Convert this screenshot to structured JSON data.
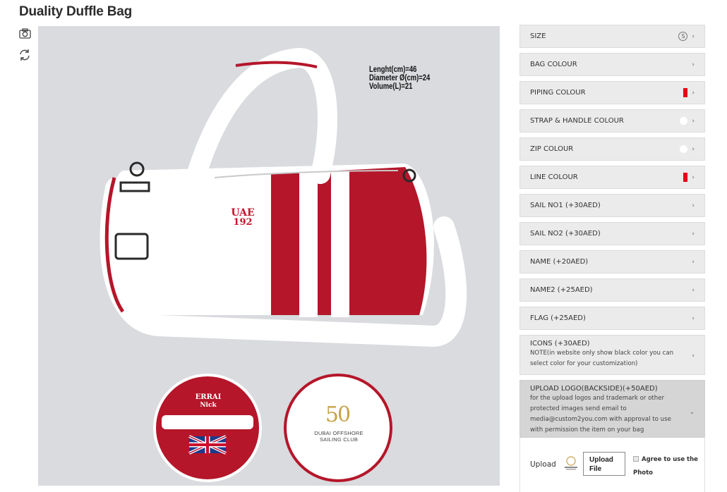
{
  "title": "Duality Duffle Bag",
  "tools": {
    "camera_icon": "camera-icon",
    "rotate_icon": "rotate-icon"
  },
  "preview": {
    "dimensions": [
      "Lenght(cm)=46",
      "Diameter Ø(cm)=24",
      "Volume(L)=21"
    ],
    "bag_text_line1": "UAE",
    "bag_text_line2": "192",
    "name_patch": {
      "line1": "ERRAI",
      "line2": "Nick",
      "flag": "uk-flag"
    },
    "logo_patch": {
      "mark": "50",
      "line1": "DUBAI OFFSHORE",
      "line2": "SAILING CLUB"
    },
    "colors": {
      "bag": "#ffffff",
      "accent": "#b5162a",
      "background": "#d9dbde"
    }
  },
  "options": [
    {
      "label": "SIZE",
      "indicator": "size-icon",
      "indicator_text": "S"
    },
    {
      "label": "BAG COLOUR",
      "indicator": "none"
    },
    {
      "label": "PIPING COLOUR",
      "indicator": "red-swatch",
      "color": "#e3061a"
    },
    {
      "label": "STRAP & HANDLE COLOUR",
      "indicator": "white-swatch",
      "color": "#ffffff"
    },
    {
      "label": "ZIP COLOUR",
      "indicator": "white-swatch",
      "color": "#ffffff"
    },
    {
      "label": "LINE COLOUR",
      "indicator": "red-swatch",
      "color": "#e3061a"
    },
    {
      "label": "SAIL NO1 (+30AED)",
      "indicator": "none"
    },
    {
      "label": "SAIL NO2 (+30AED)",
      "indicator": "none"
    },
    {
      "label": "NAME (+20AED)",
      "indicator": "none"
    },
    {
      "label": "NAME2 (+25AED)",
      "indicator": "none"
    },
    {
      "label": "FLAG (+25AED)",
      "indicator": "none"
    }
  ],
  "icons_option": {
    "label": "ICONS (+30AED)",
    "note": "NOTE(in website only show black color you can select color for your customization)"
  },
  "upload_logo": {
    "label": "UPLOAD LOGO(BACKSIDE)(+50AED)",
    "note": "for the upload logos and trademark or other protected images send email to media@custom2you.com with approval to use with permission the item on your bag",
    "upload_label": "Upload",
    "upload_button": "Upload File",
    "agree_text": "Agree to use the Photo"
  },
  "chevron": "›",
  "chevron_down": "⌄"
}
